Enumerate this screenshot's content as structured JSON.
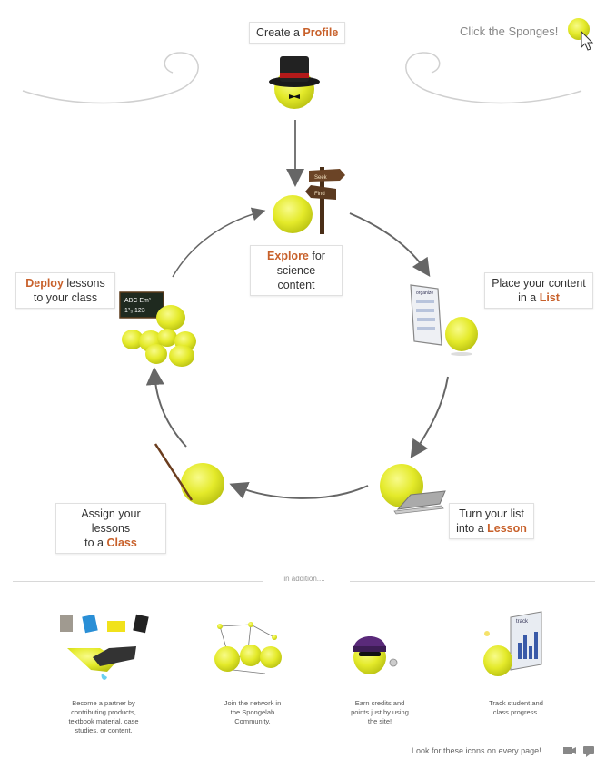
{
  "header": {
    "click_prompt": "Click the Sponges!"
  },
  "steps": {
    "profile": {
      "pre": "Create a ",
      "hl": "Profile",
      "post": ""
    },
    "explore": {
      "pre": "",
      "hl": "Explore",
      "post": " for",
      "line2": "science content"
    },
    "list": {
      "line1": "Place your content",
      "pre": "in a ",
      "hl": "List"
    },
    "lesson": {
      "line1": "Turn your list",
      "pre": "into a ",
      "hl": "Lesson"
    },
    "class": {
      "line1": "Assign your lessons",
      "pre": "to a ",
      "hl": "Class"
    },
    "deploy": {
      "hl": "Deploy",
      "post": " lessons",
      "line2": "to your class"
    }
  },
  "signs": {
    "sign_top": "Seek",
    "sign_bottom": "Find",
    "organize_label": "organize",
    "chalk_line1": "ABC Em¹",
    "chalk_line2": "1²₃ 123",
    "track_label": "track"
  },
  "addition_label": "in addition....",
  "features": [
    {
      "line1": "Become a partner by",
      "line2": "contributing products,",
      "line3": "textbook material, case",
      "line4": "studies, or content."
    },
    {
      "line1": "Join the network in",
      "line2": "the Spongelab",
      "line3": "Community."
    },
    {
      "line1": "Earn credits and",
      "line2": "points just by using",
      "line3": "the site!"
    },
    {
      "line1": "Track student and",
      "line2": "class progress."
    }
  ],
  "footer": {
    "note": "Look for these icons on every page!"
  },
  "colors": {
    "accent": "#c8612b",
    "sponge": "#e4ea2a",
    "arrow": "#666666"
  }
}
